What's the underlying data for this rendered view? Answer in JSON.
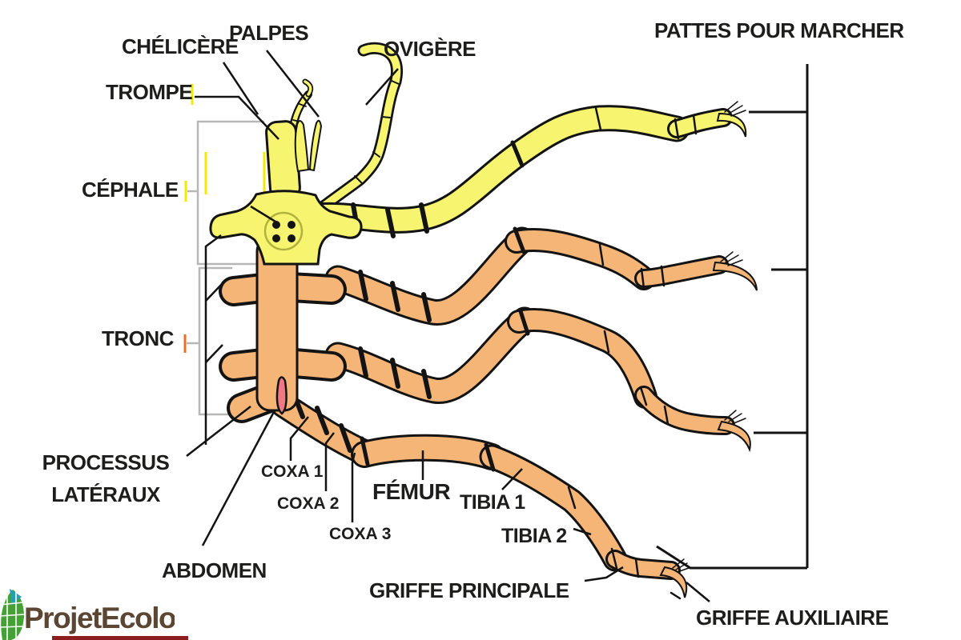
{
  "labels": {
    "chelicere": "CHÉLICÈRE",
    "palpes": "PALPES",
    "ovigere": "OVIGÈRE",
    "pattes_pour_marcher": "PATTES POUR MARCHER",
    "trompe": "TROMPE",
    "cephale": "CÉPHALE",
    "tronc": "TRONC",
    "processus_line1": "PROCESSUS",
    "processus_line2": "LATÉRAUX",
    "coxa1": "COXA 1",
    "coxa2": "COXA 2",
    "coxa3": "COXA 3",
    "femur": "FÉMUR",
    "tibia1": "TIBIA 1",
    "tibia2": "TIBIA 2",
    "griffe_principale": "GRIFFE PRINCIPALE",
    "griffe_auxiliaire": "GRIFFE AUXILIAIRE",
    "abdomen": "ABDOMEN"
  },
  "logo": {
    "text": "ProjetEcolo"
  },
  "colors": {
    "body_yellow": "#F7F56F",
    "body_orange": "#F5B577",
    "abdomen_pink": "#EF7882",
    "outline_black": "#131313",
    "bracket_gray": "#b7b7b7",
    "tick_yellow": "#f2ea00",
    "tick_orange": "#e8702a",
    "label_text": "#1d1d1b",
    "eye_ring": "#b2b23c",
    "logo_text": "#5b4634",
    "leaf_green": "#44a234",
    "leaf_teal": "#2a9db5"
  }
}
